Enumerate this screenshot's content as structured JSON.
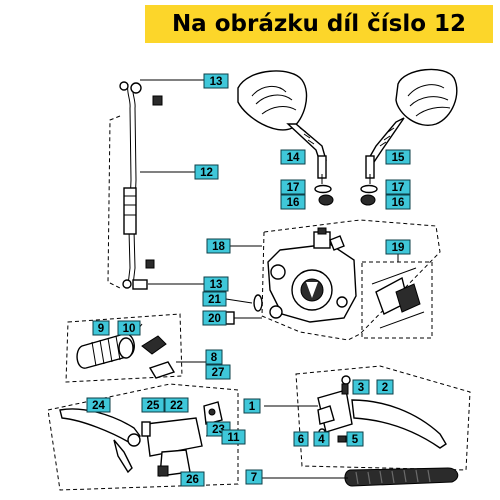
{
  "banner": {
    "text": "Na obrázku díl číslo 12",
    "color": "#fcd62a"
  },
  "tag_color": "#3fc7d9",
  "labels": [
    "13",
    "12",
    "13",
    "14",
    "15",
    "17",
    "17",
    "16",
    "16",
    "18",
    "19",
    "21",
    "20",
    "9",
    "10",
    "8",
    "27",
    "24",
    "25",
    "22",
    "3",
    "23",
    "11",
    "1",
    "2",
    "6",
    "4",
    "5",
    "26",
    "7"
  ]
}
